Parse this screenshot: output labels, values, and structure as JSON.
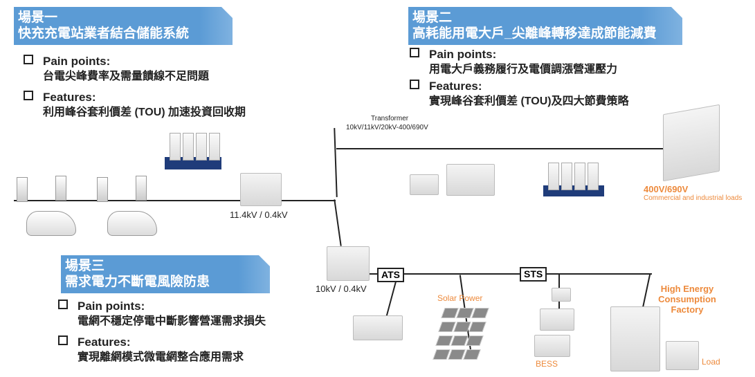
{
  "scenario1": {
    "title": "場景一",
    "subtitle": "快充充電站業者結合儲能系統",
    "pain_label": "Pain points:",
    "pain": "台電尖峰費率及需量饋線不足問題",
    "feat_label": "Features:",
    "feat": "利用峰谷套利價差 (TOU) 加速投資回收期"
  },
  "scenario2": {
    "title": "場景二",
    "subtitle": "高耗能用電大戶_尖離峰轉移達成節能減費",
    "pain_label": "Pain points:",
    "pain": "用電大戶義務履行及電價調漲營運壓力",
    "feat_label": "Features:",
    "feat": "實現峰谷套利價差 (TOU)及四大節費策略"
  },
  "scenario3": {
    "title": "場景三",
    "subtitle": "需求電力不斷電風險防患",
    "pain_label": "Pain points:",
    "pain": "電網不穩定停電中斷影響營運需求損失",
    "feat_label": "Features:",
    "feat": "實現離網模式微電網整合應用需求"
  },
  "labels": {
    "transformer": "Transformer",
    "transformer_spec": "10kV/11kV/20kV-400/690V",
    "v1": "11.4kV / 0.4kV",
    "v2": "10kV / 0.4kV",
    "ats": "ATS",
    "sts": "STS",
    "solar": "Solar Power",
    "bess": "BESS",
    "factory": "High Energy Consumption Factory",
    "load": "Load",
    "ci_voltage": "400V/690V",
    "ci_loads": "Commercial and industrial loads"
  },
  "colors": {
    "banner": "#5b9bd5",
    "accent": "#ed8a3c",
    "base": "#1f3c7a"
  }
}
